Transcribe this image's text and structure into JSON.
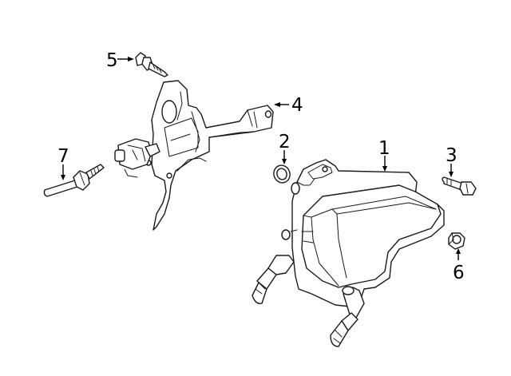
{
  "diagram": {
    "parts": [
      {
        "number": "1",
        "icon": "oil-cooler-reservoir"
      },
      {
        "number": "2",
        "icon": "o-ring-seal"
      },
      {
        "number": "3",
        "icon": "flange-bolt"
      },
      {
        "number": "4",
        "icon": "mounting-bracket"
      },
      {
        "number": "5",
        "icon": "small-bolt"
      },
      {
        "number": "6",
        "icon": "hex-nut"
      },
      {
        "number": "7",
        "icon": "stud-bolt"
      }
    ],
    "line_color": "#1a1a1a",
    "background": "#ffffff"
  }
}
